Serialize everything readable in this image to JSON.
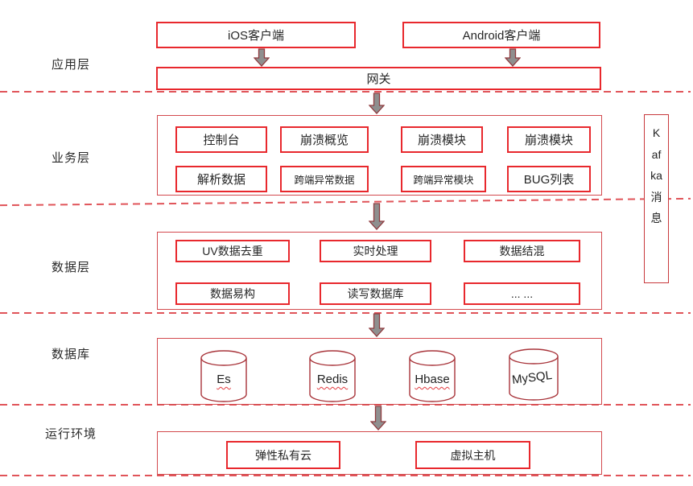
{
  "app_layer": {
    "label": "应用层",
    "ios_client": "iOS客户端",
    "android_client": "Android客户端",
    "gateway": "网关"
  },
  "business_layer": {
    "label": "业务层",
    "modules": [
      "控制台",
      "崩溃概览",
      "崩溃模块",
      "崩溃模块",
      "解析数据",
      "跨端异常数据",
      "跨端异常模块",
      "BUG列表"
    ]
  },
  "kafka_sidebar": {
    "label": "Kafka消息"
  },
  "data_layer": {
    "label": "数据层",
    "modules": [
      "UV数据去重",
      "实时处理",
      "数据结混",
      "数据易构",
      "读写数据库",
      "... ..."
    ]
  },
  "database_layer": {
    "label": "数据库",
    "databases": [
      "Es",
      "Redis",
      "Hbase",
      "MySQL"
    ]
  },
  "runtime_layer": {
    "label": "运行环境",
    "items": [
      "弹性私有云",
      "虚拟主机"
    ]
  },
  "colors": {
    "module_border_red": "#e8282d",
    "container_border_red": "#d34a4e",
    "dashed_line_red": "#e05459",
    "arrow_fill_gray": "#8f8f8f",
    "arrow_outline_maroon": "#8e3b3f",
    "cylinder_stroke_red": "#a8343a",
    "text_dark": "#262626",
    "background": "#ffffff"
  }
}
